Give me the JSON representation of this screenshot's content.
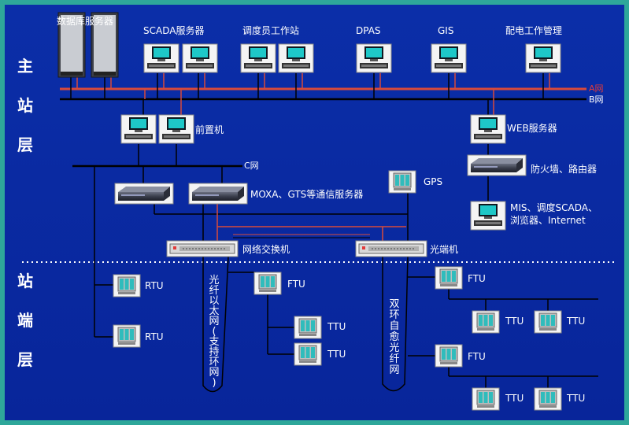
{
  "layers": {
    "master": [
      "主",
      "站",
      "层"
    ],
    "station": [
      "站",
      "端",
      "层"
    ]
  },
  "networks": {
    "a": "A网",
    "b": "B网",
    "c": "C网"
  },
  "labels": {
    "db_server": "数据库服务器",
    "scada_server": "SCADA服务器",
    "dispatcher": "调度员工作站",
    "dpas": "DPAS",
    "gis": "GIS",
    "dist_mgmt": "配电工作管理",
    "frontend": "前置机",
    "web_server": "WEB服务器",
    "firewall": "防火墙、路由器",
    "mis_line1": "MIS、调度SCADA、",
    "mis_line2": "浏览器、Internet",
    "gps": "GPS",
    "moxa": "MOXA、GTS等通信服务器",
    "net_switch": "网络交换机",
    "optical_end": "光端机",
    "rtu1": "RTU",
    "rtu2": "RTU",
    "ftu1": "FTU",
    "ftu2": "FTU",
    "ftu3": "FTU",
    "ttu1": "TTU",
    "ttu2": "TTU",
    "ttu3": "TTU",
    "ttu4": "TTU",
    "ttu5": "TTU",
    "ttu6": "TTU"
  },
  "ethernet_ring": [
    "光",
    "纤",
    "以",
    "太",
    "网",
    "(",
    "支",
    "持",
    "环",
    "网",
    ")"
  ],
  "self_heal_ring": [
    "双",
    "环",
    "自",
    "愈",
    "光",
    "纤",
    "网"
  ],
  "colors": {
    "background": "#0b2a9c",
    "border": "#2ea79a",
    "bus_red": "#d84a3a",
    "line": "#000000"
  },
  "icons": {
    "workstation": "monitor-icon",
    "server": "server-rack-icon",
    "router": "router-icon",
    "terminal": "terminal-unit-icon",
    "switch": "switch-icon"
  }
}
